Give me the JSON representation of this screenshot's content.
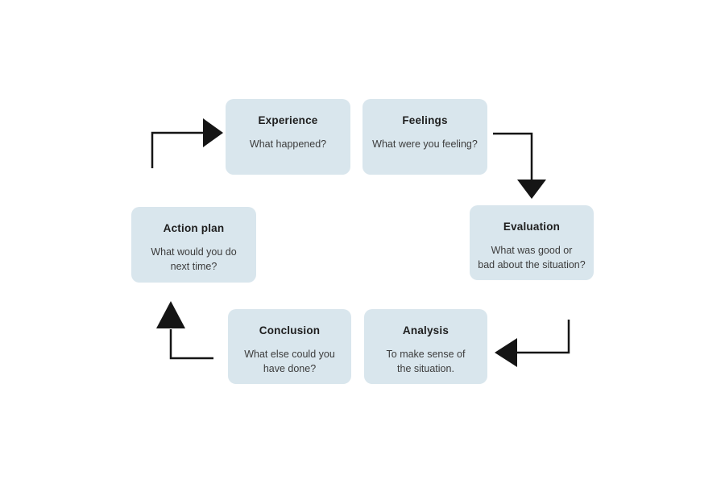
{
  "diagram": {
    "type": "cycle",
    "boxes": [
      {
        "id": "experience",
        "title": "Experience",
        "description": "What happened?"
      },
      {
        "id": "feelings",
        "title": "Feelings",
        "description": "What were you feeling?"
      },
      {
        "id": "evaluation",
        "title": "Evaluation",
        "description": "What was good or\nbad about the situation?"
      },
      {
        "id": "analysis",
        "title": "Analysis",
        "description": "To make sense of\nthe situation."
      },
      {
        "id": "conclusion",
        "title": "Conclusion",
        "description": "What else could you\nhave done?"
      },
      {
        "id": "action-plan",
        "title": "Action plan",
        "description": "What would you do\nnext time?"
      }
    ],
    "connections": [
      {
        "from": "action-plan",
        "to": "experience",
        "direction": "right"
      },
      {
        "from": "feelings",
        "to": "evaluation",
        "direction": "down"
      },
      {
        "from": "evaluation",
        "to": "analysis",
        "direction": "left"
      },
      {
        "from": "conclusion",
        "to": "action-plan",
        "direction": "up"
      }
    ],
    "colors": {
      "background": "#ffffff",
      "box_fill": "#d9e6ed",
      "title_text": "#1e1e1e",
      "body_text": "#3c3c3c",
      "arrow": "#151515"
    }
  }
}
